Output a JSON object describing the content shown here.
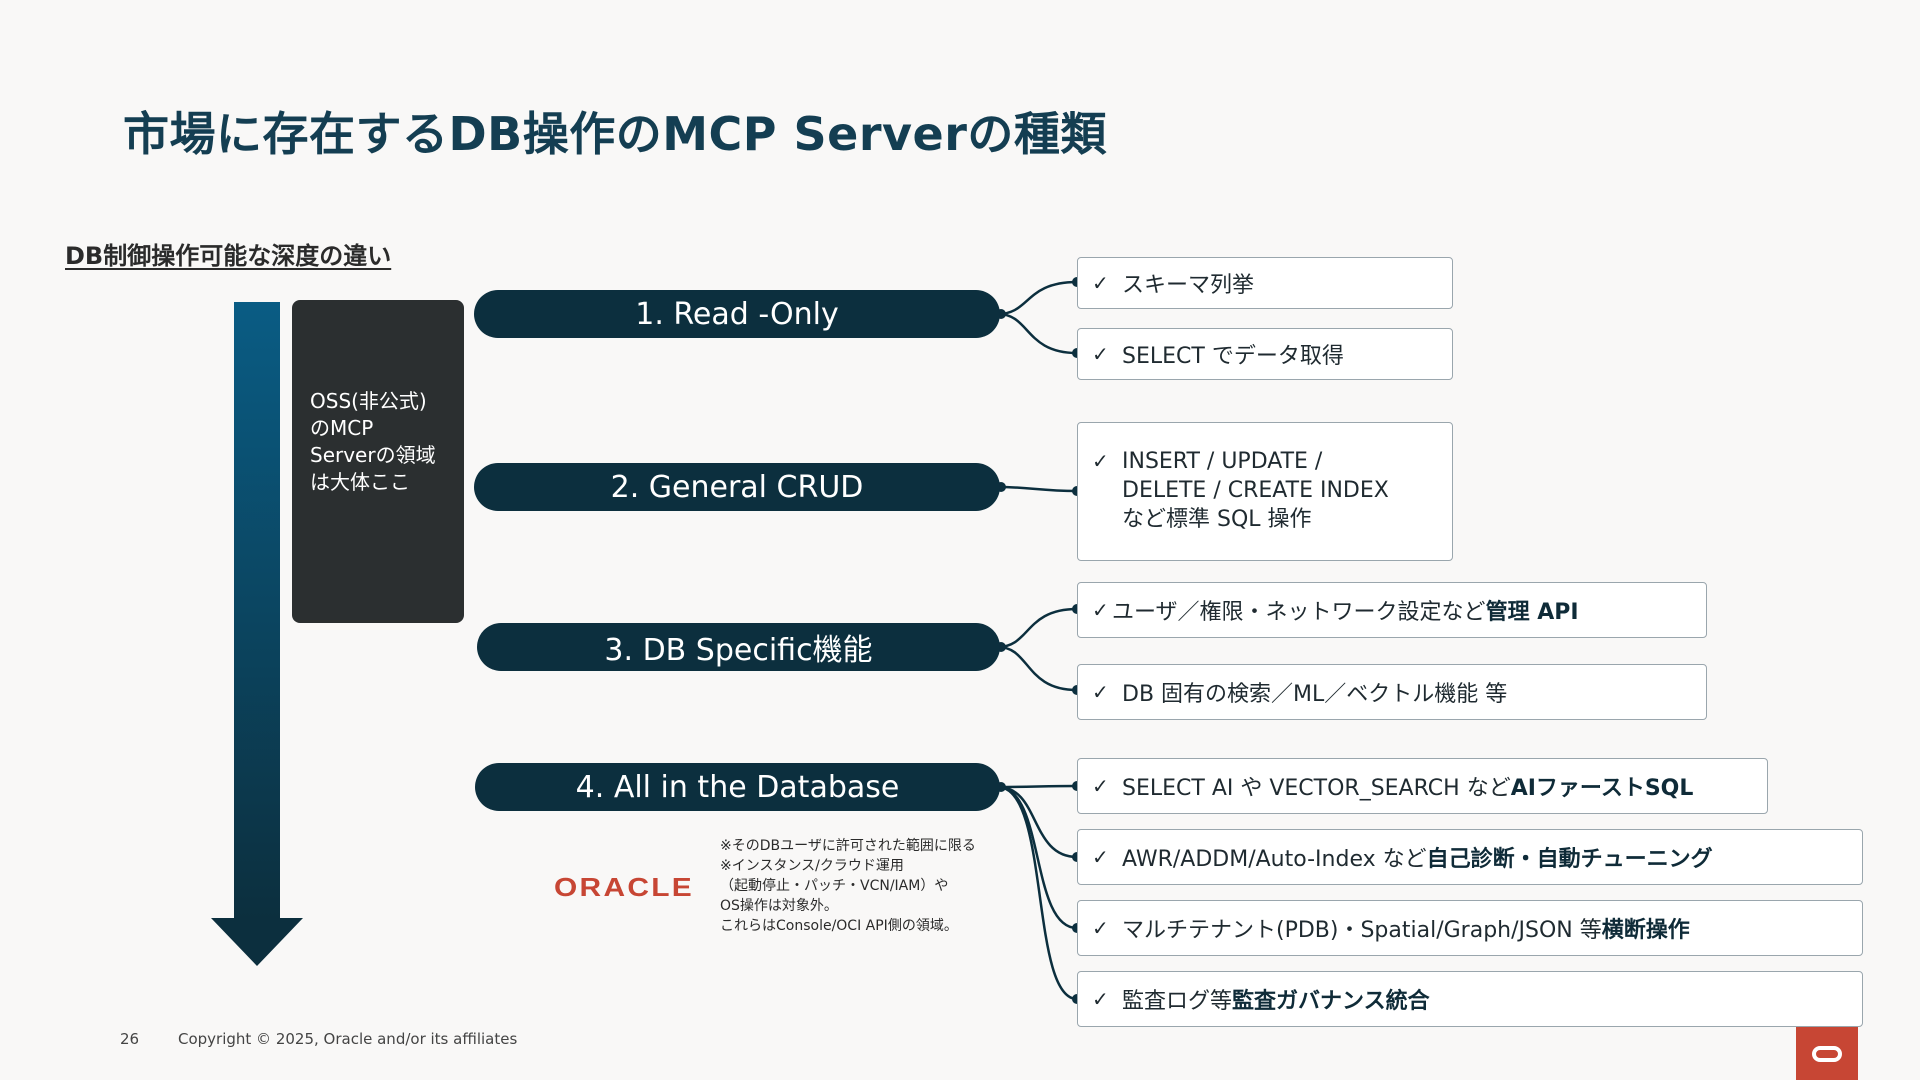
{
  "title": "市場に存在するDB操作のMCP Serverの種類",
  "subtitle": "DB制御操作可能な深度の違い",
  "oss_box": {
    "lines": [
      "OSS(非公式)",
      "のMCP",
      "Serverの領域",
      "は大体ここ"
    ]
  },
  "levels": [
    {
      "label": "1. Read -Only"
    },
    {
      "label": "2. General CRUD"
    },
    {
      "label": "3. DB Specific機能"
    },
    {
      "label": "4. All in the Database"
    }
  ],
  "check_mark": "✓",
  "items": {
    "read_only": [
      {
        "text": "スキーマ列挙",
        "bold": ""
      },
      {
        "text": "SELECT でデータ取得",
        "bold": ""
      }
    ],
    "crud": {
      "lines": [
        "INSERT / UPDATE /",
        "DELETE / CREATE INDEX",
        "など標準 SQL 操作"
      ]
    },
    "db_specific": [
      {
        "text": "ユーザ／権限・ネットワーク設定など ",
        "bold": "管理 API"
      },
      {
        "text": "DB 固有の検索／ML／ベクトル機能 等",
        "bold": ""
      }
    ],
    "all_in_db": [
      {
        "text": "SELECT AI や VECTOR_SEARCH など ",
        "bold": "AIファーストSQL"
      },
      {
        "text": "AWR/ADDM/Auto-Index など ",
        "bold": "自己診断・自動チューニング"
      },
      {
        "text": "マルチテナント(PDB)・Spatial/Graph/JSON 等 ",
        "bold": "横断操作"
      },
      {
        "text": "監査ログ等 ",
        "bold": "監査ガバナンス統合"
      }
    ]
  },
  "note": {
    "lines": [
      "※そのDBユーザに許可された範囲に限る",
      "※インスタンス/クラウド運用",
      "（起動停止・パッチ・VCN/IAM）や",
      "OS操作は対象外。",
      "これらはConsole/OCI API側の領域。"
    ]
  },
  "oracle_logo": "ORACLE",
  "footer": {
    "page_number": "26",
    "copyright": "Copyright © 2025, Oracle and/or its affiliates"
  },
  "colors": {
    "title": "#143e52",
    "pill": "#0c2f3e",
    "oracle_red": "#c74634",
    "arrow_top": "#0a5c84",
    "arrow_bottom": "#0c2f3e"
  }
}
